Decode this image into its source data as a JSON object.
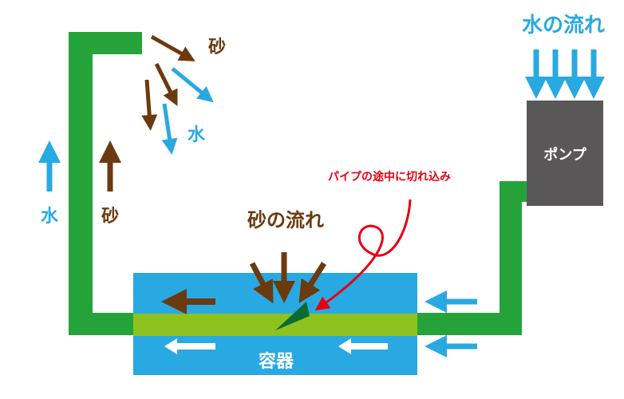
{
  "labels": {
    "water_flow_title": "水の流れ",
    "pump": "ポンプ",
    "sand_top": "砂",
    "water_top": "水",
    "water_side": "水",
    "sand_side": "砂",
    "cut_note": "パイプの途中に切れ込み",
    "sand_flow": "砂の流れ",
    "container": "容器"
  },
  "colors": {
    "pipe_green": "#25a33a",
    "inner_pipe_green": "#8dc21f",
    "water_blue": "#29a9e1",
    "sand_brown": "#6b3a0e",
    "pump_gray": "#595757",
    "cut_red": "#e60012",
    "cut_dark_green": "#0b6b33",
    "white": "#ffffff"
  }
}
